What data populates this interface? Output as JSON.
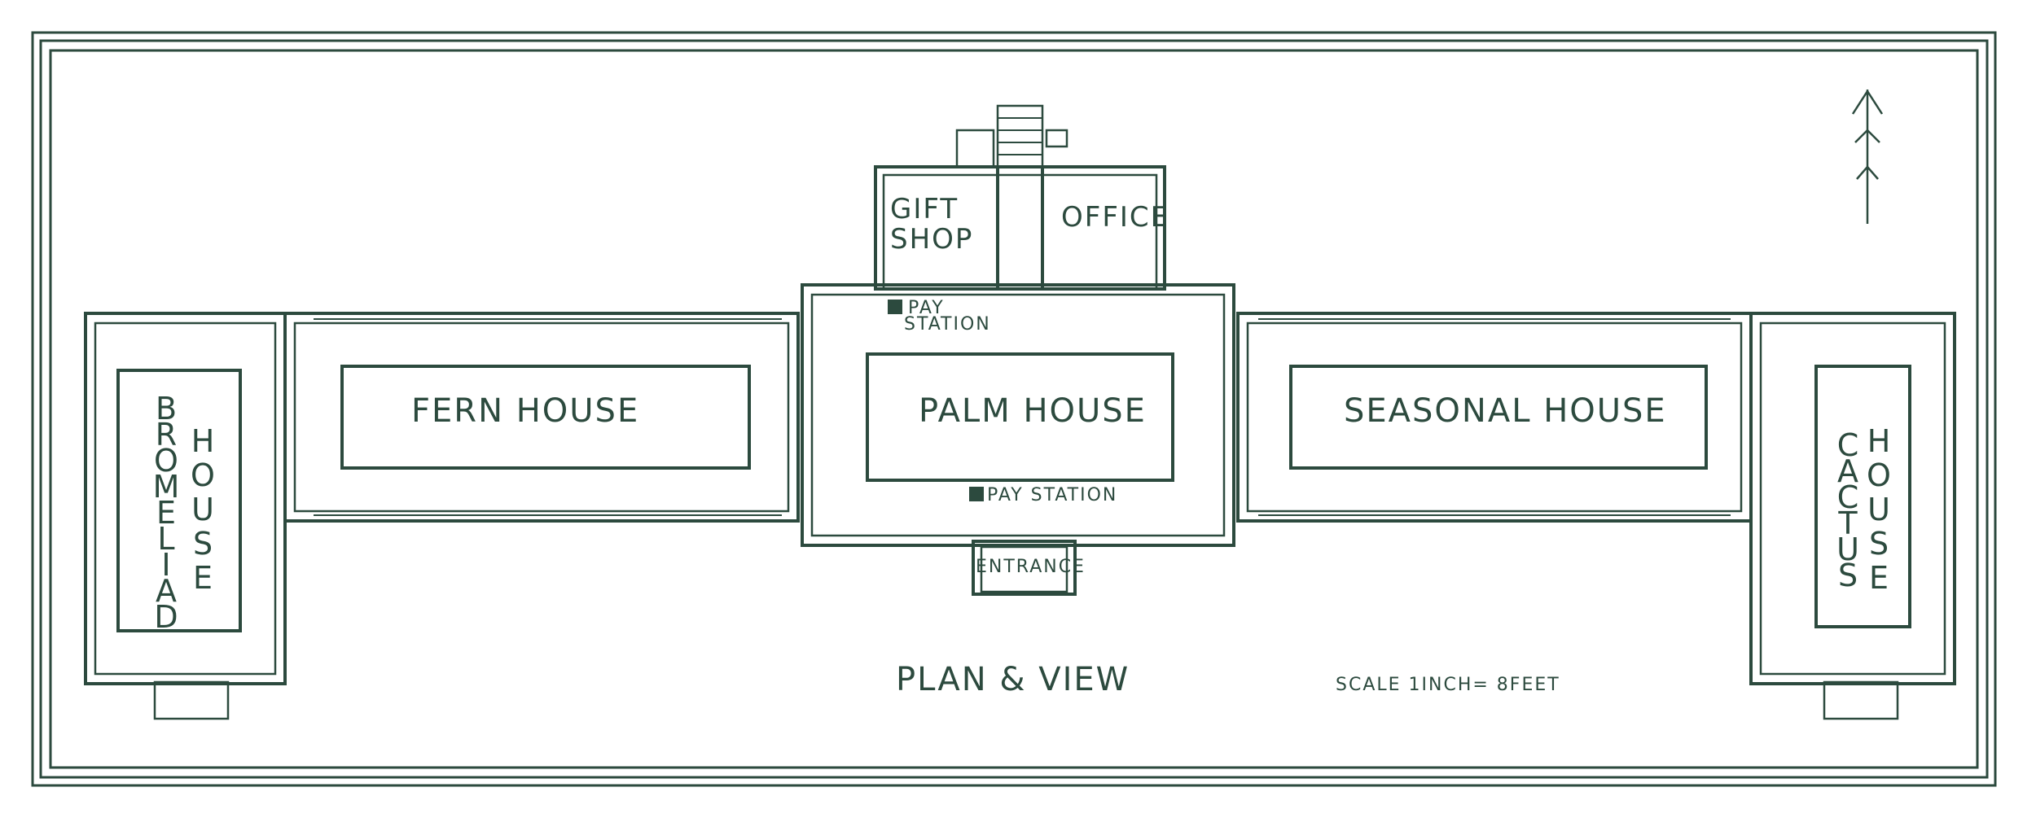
{
  "rooms": {
    "gift_shop_line1": "GIFT",
    "gift_shop_line2": "SHOP",
    "office": "OFFICE",
    "pay_station_top_line1": "PAY",
    "pay_station_top_line2": "STATION",
    "fern_house": "FERN HOUSE",
    "palm_house": "PALM HOUSE",
    "seasonal_house": "SEASONAL HOUSE",
    "pay_station_bottom": "PAY STATION",
    "entrance": "ENTRANCE",
    "bromeliad_line1": [
      "B",
      "R",
      "O",
      "M",
      "E",
      "L",
      "I",
      "A",
      "D"
    ],
    "bromeliad_line2": [
      "H",
      "O",
      "U",
      "S",
      "E"
    ],
    "cactus_line1": [
      "C",
      "A",
      "C",
      "T",
      "U",
      "S"
    ],
    "cactus_line2": [
      "H",
      "O",
      "U",
      "S",
      "E"
    ]
  },
  "caption": {
    "title": "PLAN & VIEW",
    "scale": "SCALE 1INCH= 8FEET"
  },
  "icons": {
    "north_arrow": "north-arrow-icon"
  },
  "colors": {
    "ink": "#2c4a3e",
    "paper": "#ffffff"
  }
}
